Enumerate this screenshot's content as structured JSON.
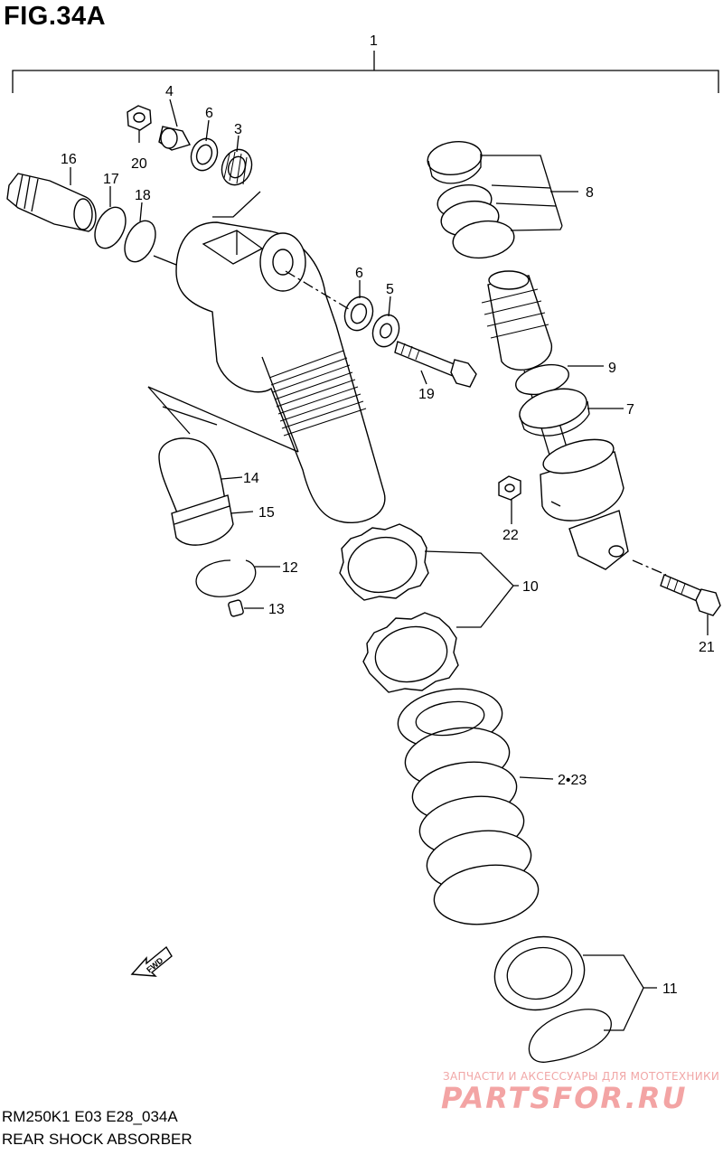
{
  "figure": {
    "title": "FIG.34A",
    "code": "RM250K1 E03 E28_034A",
    "subtitle": "REAR SHOCK ABSORBER"
  },
  "callouts": {
    "c1": "1",
    "c2_23": "2•23",
    "c3": "3",
    "c4": "4",
    "c5": "5",
    "c6a": "6",
    "c6b": "6",
    "c7": "7",
    "c8": "8",
    "c9": "9",
    "c10": "10",
    "c11": "11",
    "c12": "12",
    "c13": "13",
    "c14": "14",
    "c15": "15",
    "c16": "16",
    "c17": "17",
    "c18": "18",
    "c19": "19",
    "c20": "20",
    "c21": "21",
    "c22": "22"
  },
  "fwd_arrow": {
    "label": "FWD",
    "icon": "fwd-arrow-icon"
  },
  "watermark": {
    "line": "ЗАПЧАСТИ И АКСЕССУАРЫ ДЛЯ МОТОТЕХНИКИ",
    "logo": "PARTSFOR.RU",
    "color": "#f3a4a4"
  }
}
